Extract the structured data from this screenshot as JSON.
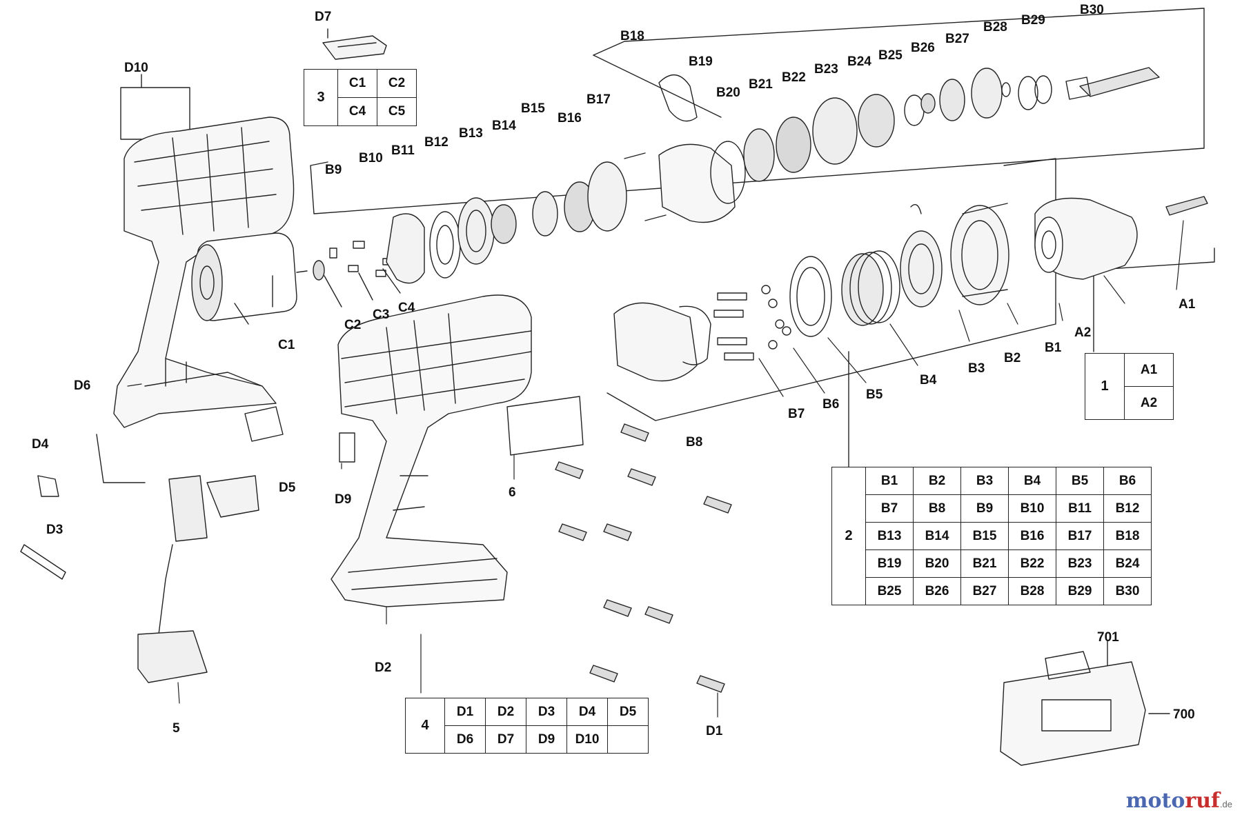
{
  "labels": {
    "A1": "A1",
    "A2": "A2",
    "B1": "B1",
    "B2": "B2",
    "B3": "B3",
    "B4": "B4",
    "B5": "B5",
    "B6": "B6",
    "B7": "B7",
    "B8": "B8",
    "B9": "B9",
    "B10": "B10",
    "B11": "B11",
    "B12": "B12",
    "B13": "B13",
    "B14": "B14",
    "B15": "B15",
    "B16": "B16",
    "B17": "B17",
    "B18": "B18",
    "B19": "B19",
    "B20": "B20",
    "B21": "B21",
    "B22": "B22",
    "B23": "B23",
    "B24": "B24",
    "B25": "B25",
    "B26": "B26",
    "B27": "B27",
    "B28": "B28",
    "B29": "B29",
    "B30": "B30",
    "C1": "C1",
    "C2": "C2",
    "C3": "C3",
    "C4": "C4",
    "D1": "D1",
    "D2": "D2",
    "D3": "D3",
    "D4": "D4",
    "D5": "D5",
    "D6": "D6",
    "D7": "D7",
    "D9": "D9",
    "D10": "D10",
    "n5": "5",
    "n6": "6",
    "n700": "700",
    "n701": "701"
  },
  "tables": {
    "t1": {
      "group": "1",
      "rows": [
        [
          "A1"
        ],
        [
          "A2"
        ]
      ]
    },
    "t2": {
      "group": "2",
      "rows": [
        [
          "B1",
          "B2",
          "B3",
          "B4",
          "B5",
          "B6"
        ],
        [
          "B7",
          "B8",
          "B9",
          "B10",
          "B11",
          "B12"
        ],
        [
          "B13",
          "B14",
          "B15",
          "B16",
          "B17",
          "B18"
        ],
        [
          "B19",
          "B20",
          "B21",
          "B22",
          "B23",
          "B24"
        ],
        [
          "B25",
          "B26",
          "B27",
          "B28",
          "B29",
          "B30"
        ]
      ]
    },
    "t3": {
      "group": "3",
      "rows": [
        [
          "C1",
          "C2"
        ],
        [
          "C4",
          "C5"
        ]
      ]
    },
    "t4": {
      "group": "4",
      "rows": [
        [
          "D1",
          "D2",
          "D3",
          "D4",
          "D5"
        ],
        [
          "D6",
          "D7",
          "D9",
          "D10",
          ""
        ]
      ]
    }
  },
  "watermark": {
    "part1": "moto",
    "part2": "ruf",
    "suffix": ".de"
  }
}
